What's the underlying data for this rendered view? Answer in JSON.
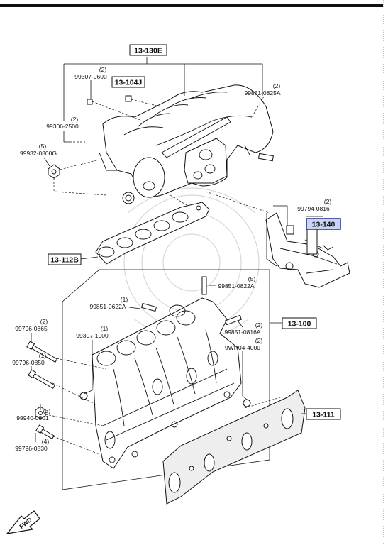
{
  "diagram": {
    "fwd_label": "FWD",
    "group_boxes": {
      "upper_intake": "13-130E",
      "egr": "13-104J",
      "gasket_upper": "13-112B",
      "lower_intake": "13-100",
      "surge": "13-140",
      "gasket_lower": "13-111"
    },
    "callouts": {
      "c1": {
        "qty": "(2)",
        "part": "99307-0600"
      },
      "c2": {
        "qty": "(2)",
        "part": "99851-0825A"
      },
      "c3": {
        "qty": "(2)",
        "part": "99306-2500"
      },
      "c4": {
        "qty": "(5)",
        "part": "99932-0800G"
      },
      "c5": {
        "qty": "(2)",
        "part": "99794-0816"
      },
      "c6": {
        "qty": "(5)",
        "part": "99851-0822A"
      },
      "c7": {
        "qty": "(1)",
        "part": "99851-0622A"
      },
      "c8": {
        "qty": "(2)",
        "part": "99796-0865"
      },
      "c9": {
        "qty": "(1)",
        "part": "99307-1000"
      },
      "c10": {
        "qty": "(2)",
        "part": "99851-0816A"
      },
      "c11": {
        "qty": "(2)",
        "part": "9WR04-4000"
      },
      "c12": {
        "qty": "(1)",
        "part": "99796-0850"
      },
      "c13": {
        "qty": "(3)",
        "part": "99940-0801"
      },
      "c14": {
        "qty": "(4)",
        "part": "99796-0830"
      }
    },
    "highlight_color": "#c9d4f2"
  }
}
